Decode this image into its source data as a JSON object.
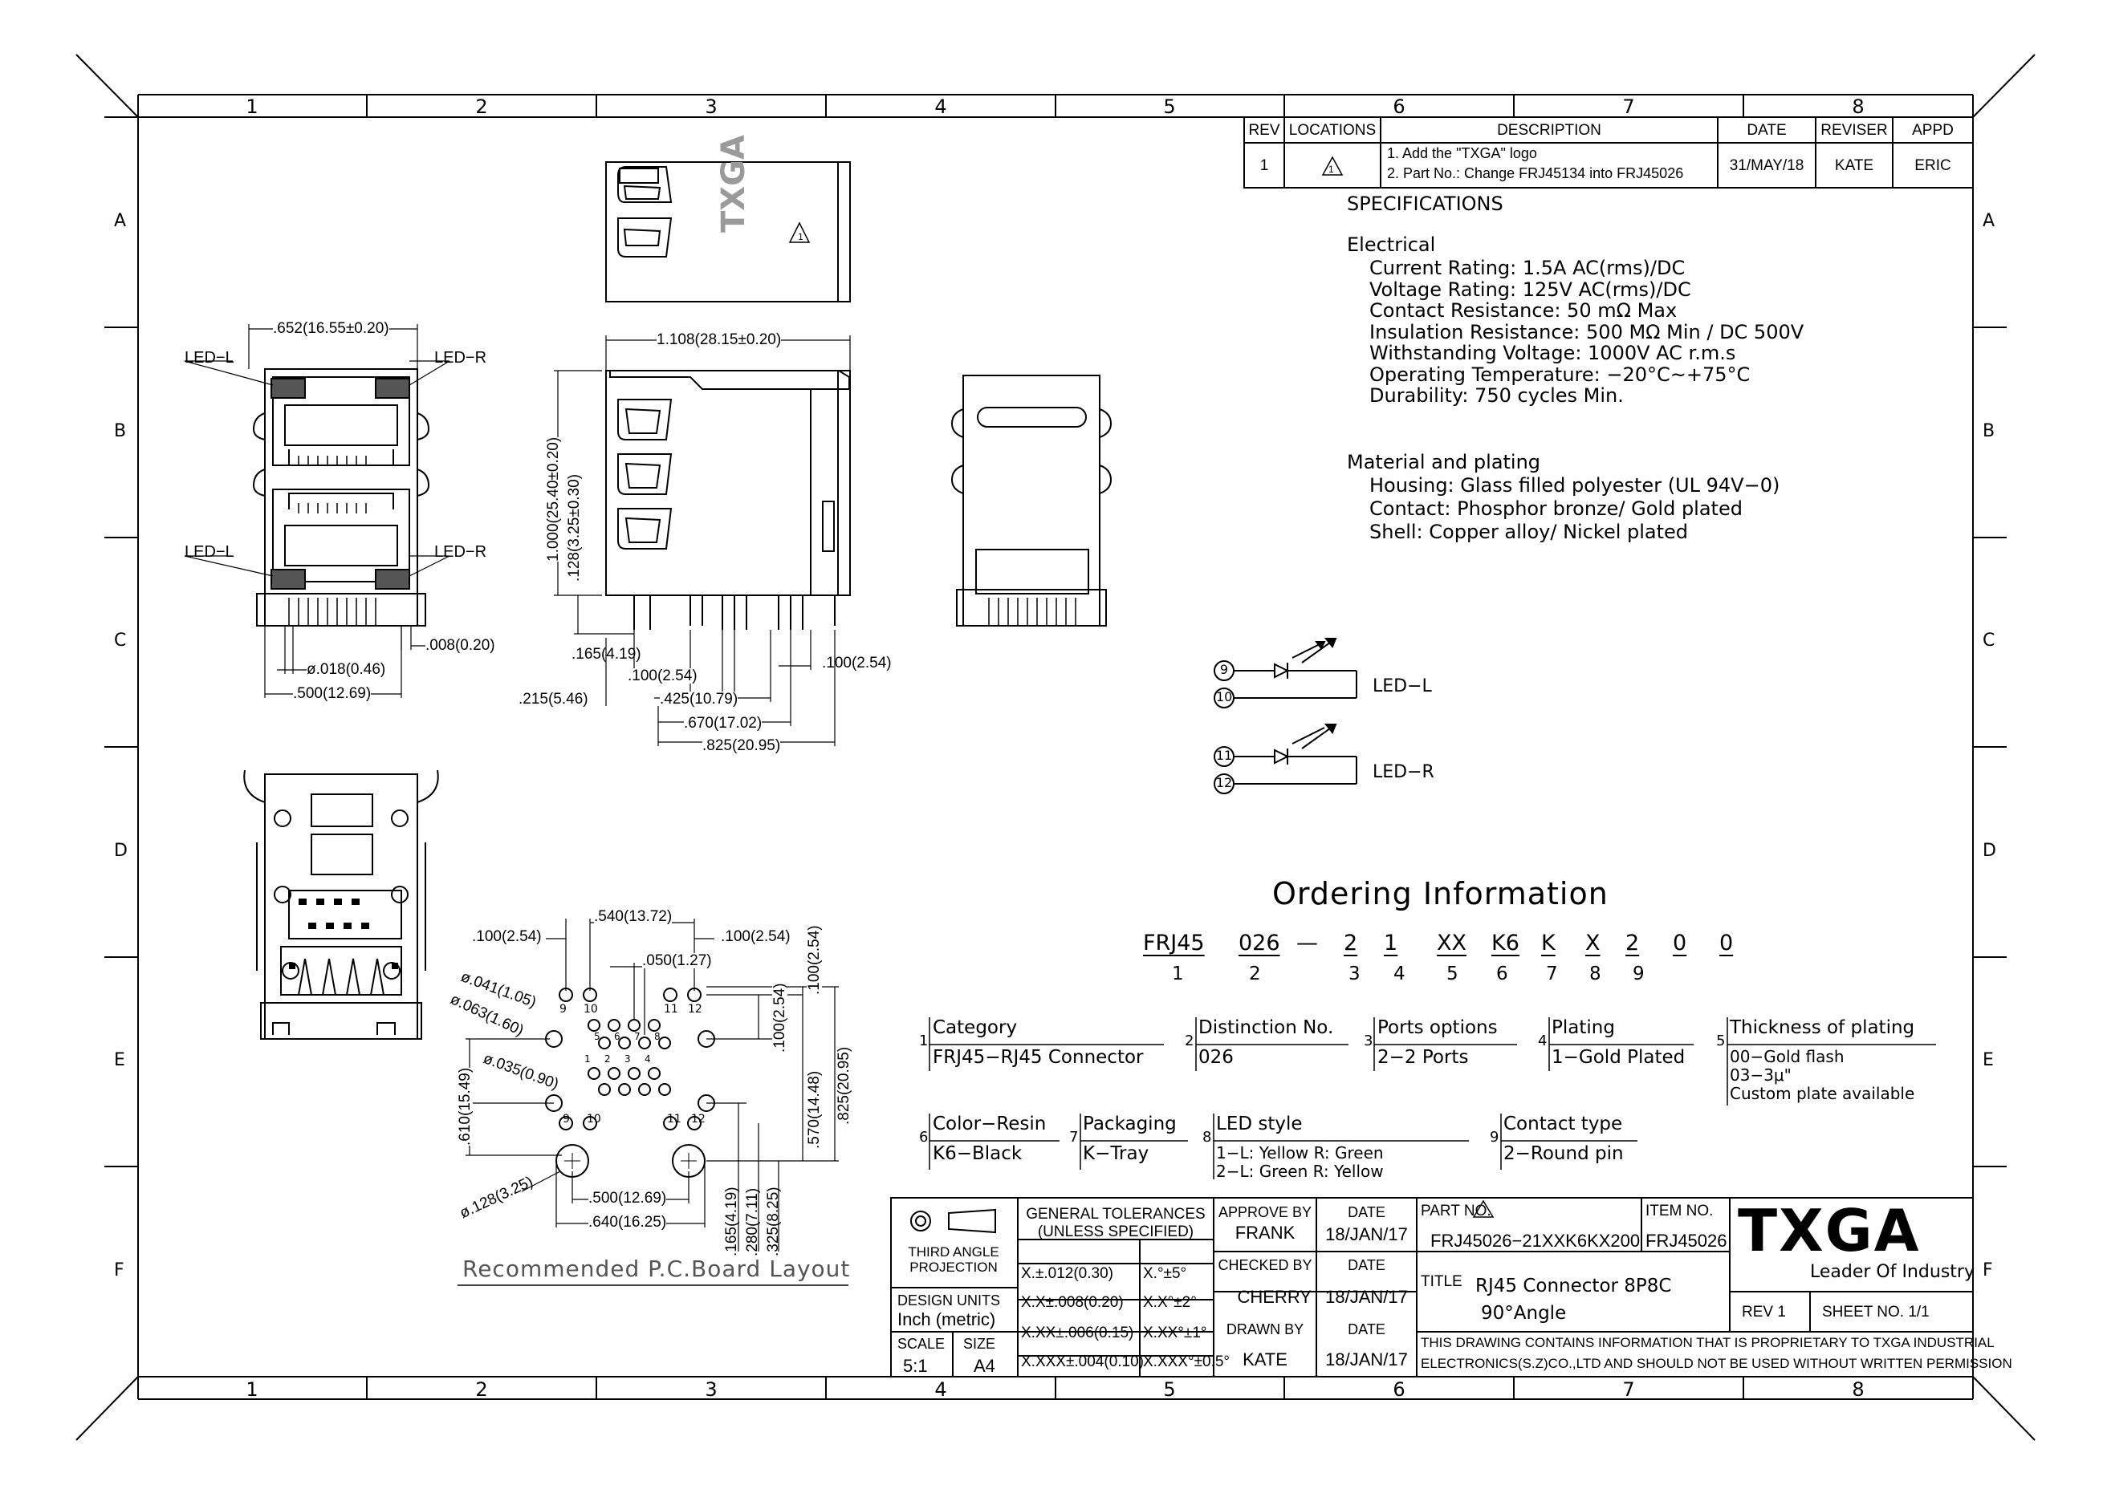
{
  "frame": {
    "columns": [
      "1",
      "2",
      "3",
      "4",
      "5",
      "6",
      "7",
      "8"
    ],
    "rows": [
      "A",
      "B",
      "C",
      "D",
      "E",
      "F"
    ]
  },
  "revision": {
    "headers": {
      "rev": "REV",
      "locations": "LOCATIONS",
      "description": "DESCRIPTION",
      "date": "DATE",
      "reviser": "REVISER",
      "appd": "APPD"
    },
    "row": {
      "rev": "1",
      "location_symbol": "1",
      "desc_line1": "1. Add the \"TXGA\" logo",
      "desc_line2": "2. Part No.: Change FRJ45134 into FRJ45026",
      "date": "31/MAY/18",
      "reviser": "KATE",
      "appd": "ERIC"
    }
  },
  "specifications": {
    "title": "SPECIFICATIONS",
    "electrical_title": "Electrical",
    "electrical": [
      "Current Rating: 1.5A AC(rms)/DC",
      "Voltage Rating: 125V AC(rms)/DC",
      "Contact Resistance: 50 mΩ Max",
      "Insulation Resistance: 500 MΩ Min / DC 500V",
      "Withstanding Voltage: 1000V AC r.m.s",
      "Operating Temperature: −20°C~+75°C",
      "Durability: 750 cycles Min."
    ],
    "material_title": "Material and plating",
    "material": [
      "Housing: Glass filled polyester (UL 94V−0)",
      "Contact: Phosphor bronze/ Gold plated",
      "Shell: Copper alloy/ Nickel plated"
    ]
  },
  "led_schematic": {
    "pins_l": [
      "9",
      "10"
    ],
    "label_l": "LED−L",
    "pins_r": [
      "11",
      "12"
    ],
    "label_r": "LED−R"
  },
  "front_view": {
    "led_l_top": "LED−L",
    "led_r_top": "LED−R",
    "led_l_bottom": "LED−L",
    "led_r_bottom": "LED−R",
    "dim_width": ".652(16.55±0.20)",
    "dim_008": ".008(0.20)",
    "dim_018": "ø.018(0.46)",
    "dim_500": ".500(12.69)"
  },
  "top_view": {
    "logo": "TXGA",
    "rev_mark": "1"
  },
  "side_view": {
    "dim_len": "1.108(28.15±0.20)",
    "dim_height": "1.000(25.40±0.20)",
    "dim_128": ".128(3.25±0.30)",
    "dim_165": ".165(4.19)",
    "dim_100a": ".100(2.54)",
    "dim_215": ".215(5.46)",
    "dim_425": ".425(10.79)",
    "dim_670": ".670(17.02)",
    "dim_825": ".825(20.95)",
    "dim_100b": ".100(2.54)"
  },
  "pcb_layout": {
    "caption": "Recommended P.C.Board Layout",
    "dims": {
      "d540": ".540(13.72)",
      "d100a": ".100(2.54)",
      "d100b": ".100(2.54)",
      "d041": "ø.041(1.05)",
      "d050": ".050(1.27)",
      "d063": "ø.063(1.60)",
      "d035": "ø.035(0.90)",
      "d610": ".610(15.49)",
      "d100v": ".100(2.54)",
      "d100v2": ".100(2.54)",
      "d570": ".570(14.48)",
      "d825": ".825(20.95)",
      "d128": "ø.128(3.25)",
      "d500": ".500(12.69)",
      "d640": ".640(16.25)",
      "d165": ".165(4.19)",
      "d280": ".280(7.11)",
      "d325": ".325(8.25)"
    },
    "pins_top": [
      "9",
      "10",
      "11",
      "12"
    ],
    "pins_mid": [
      "1",
      "2",
      "3",
      "4",
      "5",
      "6",
      "7",
      "8"
    ]
  },
  "ordering": {
    "title": "Ordering Information",
    "codes": [
      "FRJ45",
      "026",
      "—",
      "2",
      "1",
      "XX",
      "K6",
      "K",
      "X",
      "2",
      "0",
      "0"
    ],
    "indices": [
      "1",
      "2",
      "3",
      "4",
      "5",
      "6",
      "7",
      "8",
      "9"
    ],
    "blocks": [
      {
        "n": "1",
        "title": "Category",
        "lines": [
          "FRJ45−RJ45 Connector"
        ]
      },
      {
        "n": "2",
        "title": "Distinction No.",
        "lines": [
          "026"
        ]
      },
      {
        "n": "3",
        "title": "Ports options",
        "lines": [
          "2−2 Ports"
        ]
      },
      {
        "n": "4",
        "title": "Plating",
        "lines": [
          "1−Gold Plated"
        ]
      },
      {
        "n": "5",
        "title": "Thickness of plating",
        "lines": [
          "00−Gold flash",
          "03−3μ\"",
          "Custom plate available"
        ]
      },
      {
        "n": "6",
        "title": "Color−Resin",
        "lines": [
          "K6−Black"
        ]
      },
      {
        "n": "7",
        "title": "Packaging",
        "lines": [
          "K−Tray"
        ]
      },
      {
        "n": "8",
        "title": "LED style",
        "lines": [
          "1−L: Yellow  R: Green",
          "2−L: Green  R: Yellow"
        ]
      },
      {
        "n": "9",
        "title": "Contact type",
        "lines": [
          "2−Round pin"
        ]
      }
    ]
  },
  "title_block": {
    "projection": "THIRD ANGLE PROJECTION",
    "tol_title1": "GENERAL TOLERANCES",
    "tol_title2": "(UNLESS SPECIFIED)",
    "tol_lin": [
      "X.±.012(0.30)",
      "X.X±.008(0.20)",
      "X.XX±.006(0.15)",
      "X.XXX±.004(0.10)"
    ],
    "tol_ang": [
      "X.°±5°",
      "X.X°±2°",
      "X.XX°±1°",
      "X.XXX°±0.5°"
    ],
    "design_units_label": "DESIGN UNITS",
    "design_units_value": "Inch (metric)",
    "scale_label": "SCALE",
    "scale_value": "5:1",
    "size_label": "SIZE",
    "size_value": "A4",
    "approve_label": "APPROVE BY",
    "approve_name": "FRANK",
    "checked_label": "CHECKED BY",
    "checked_name": "CHERRY",
    "drawn_label": "DRAWN BY",
    "drawn_name": "KATE",
    "date_label": "DATE",
    "dates": [
      "18/JAN/17",
      "18/JAN/17",
      "18/JAN/17"
    ],
    "part_no_label": "PART NO.",
    "part_no_value": "FRJ45026−21XXK6KX200",
    "item_no_label": "ITEM NO.",
    "item_no_value": "FRJ45026",
    "title_label": "TITLE",
    "title_line1": "RJ45 Connector 8P8C",
    "title_line2": "90°Angle",
    "company_logo": "TXGA",
    "company_tagline": "Leader Of Industry",
    "rev": "REV 1",
    "sheet": "SHEET NO. 1/1",
    "notice_line1": "THIS DRAWING CONTAINS INFORMATION THAT IS PROPRIETARY TO TXGA INDUSTRIAL",
    "notice_line2": "ELECTRONICS(S.Z)CO.,LTD AND SHOULD NOT BE USED WITHOUT WRITTEN PERMISSION"
  }
}
